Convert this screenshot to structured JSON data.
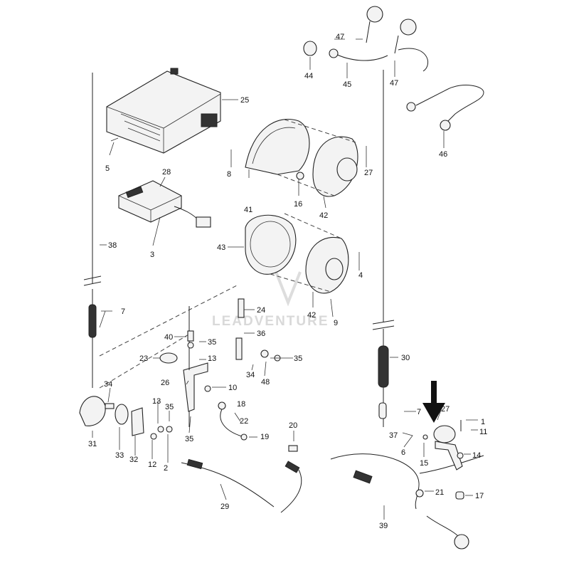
{
  "diagram": {
    "watermark": "LEADVENTURE",
    "callouts": [
      "1",
      "2",
      "3",
      "4",
      "5",
      "6",
      "7",
      "8",
      "9",
      "10",
      "11",
      "12",
      "13",
      "14",
      "15",
      "16",
      "17",
      "18",
      "19",
      "20",
      "21",
      "22",
      "23",
      "24",
      "25",
      "26",
      "27",
      "28",
      "29",
      "30",
      "31",
      "32",
      "33",
      "34",
      "35",
      "36",
      "37",
      "38",
      "39",
      "40",
      "41",
      "42",
      "43",
      "44",
      "45",
      "46",
      "47",
      "48"
    ]
  }
}
